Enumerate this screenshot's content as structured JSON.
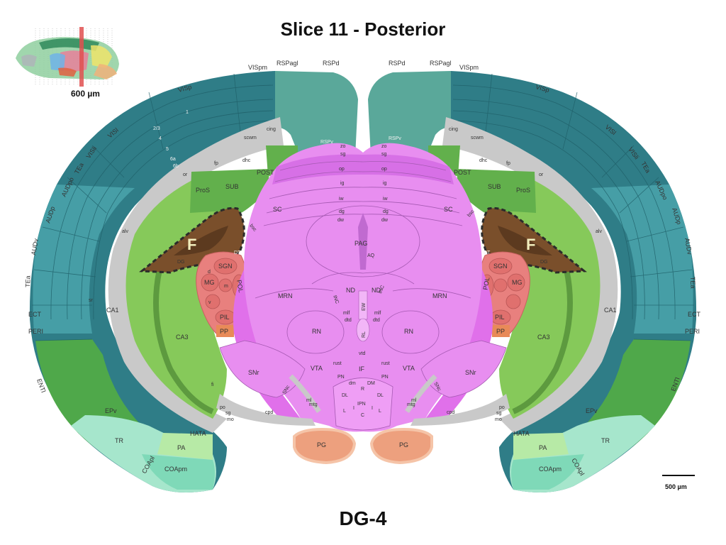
{
  "title": "Slice 11 - Posterior",
  "footer_label": "DG-4",
  "inset_scale_label": "600 µm",
  "scale_bar_label": "500 µm",
  "highlight_marker": "F",
  "colors": {
    "isocortex": "#2f7d87",
    "isocortex_mid": "#3d8f99",
    "teal_pale": "#4aa3ac",
    "retro": "#5aa89a",
    "hippo": "#86c95a",
    "subiculum": "#62b04c",
    "midbrain": "#e88ef0",
    "midbrain_dark": "#e070ea",
    "thalamus": "#e8807e",
    "fiber": "#c9c9c9",
    "dentate": "#7a4f2b",
    "olfactory": "#a6e6cc",
    "pontine": "#eda07e",
    "entorhinal": "#4fa84a"
  },
  "labels": {
    "left": {
      "cortex_top": [
        "VISpm",
        "RSPagl",
        "RSPd"
      ],
      "cortex_side": [
        "VISp",
        "VISl",
        "VISli",
        "TEa",
        "AUDpo",
        "AUDp",
        "AUDv",
        "TEa",
        "ECT",
        "PERI",
        "ENTl"
      ],
      "layers": [
        "1",
        "2/3",
        "4",
        "5",
        "6a",
        "6b"
      ],
      "ventral": [
        "EPv",
        "TR",
        "PA",
        "HATA",
        "COApl",
        "COApm"
      ],
      "hippo": [
        "CA1",
        "CA3",
        "DG",
        "ProS",
        "SUB",
        "POST",
        "RSPv",
        "alv",
        "dhc",
        "cing",
        "scwm",
        "fp",
        "or",
        "po",
        "sg",
        "mo",
        "fi",
        "sr"
      ],
      "thal": [
        "SGN",
        "MG",
        "POL",
        "PIL",
        "PP",
        "DT",
        "d",
        "m",
        "v"
      ],
      "mid": [
        "SC",
        "MRN",
        "RN",
        "SNr",
        "SNc",
        "VTA",
        "ml",
        "rust",
        "bsc",
        "mtg",
        "cpd",
        "IF",
        "PN",
        "INC",
        "ND",
        "mlf",
        "dtd",
        "RL",
        "dm"
      ]
    },
    "right": {
      "cortex_top": [
        "RSPd",
        "RSPagl",
        "VISpm"
      ],
      "cortex_side": [
        "VISp",
        "VISl",
        "VISli",
        "TEa",
        "AUDpo",
        "AUDp",
        "AUDv",
        "TEa",
        "ECT",
        "PERI",
        "ENTl"
      ],
      "ventral": [
        "EPv",
        "TR",
        "PA",
        "HATA",
        "COApm",
        "COApl"
      ],
      "hippo": [
        "CA1",
        "CA3",
        "DG",
        "ProS",
        "SUB",
        "POST",
        "RSPv",
        "alv",
        "dhc",
        "cing",
        "scwm",
        "fp",
        "or",
        "po",
        "sg",
        "mo"
      ],
      "thal": [
        "SGN",
        "MG",
        "POL",
        "PIL",
        "PP",
        "DT"
      ],
      "mid": [
        "SC",
        "MRN",
        "RN",
        "SNr",
        "SNc",
        "VTA",
        "ml",
        "rust",
        "bsc",
        "mtg",
        "cpd",
        "IF",
        "PN",
        "INC",
        "ND",
        "mlf",
        "dtd"
      ]
    },
    "midline": {
      "sc_layers": [
        "zo",
        "sg",
        "op",
        "ig",
        "iw",
        "dg",
        "dw"
      ],
      "center": [
        "PAG",
        "AQ",
        "EW",
        "vtd",
        "IPN",
        "R",
        "DL",
        "DM",
        "L",
        "I",
        "C"
      ],
      "pg": [
        "PG",
        "PG"
      ]
    }
  }
}
